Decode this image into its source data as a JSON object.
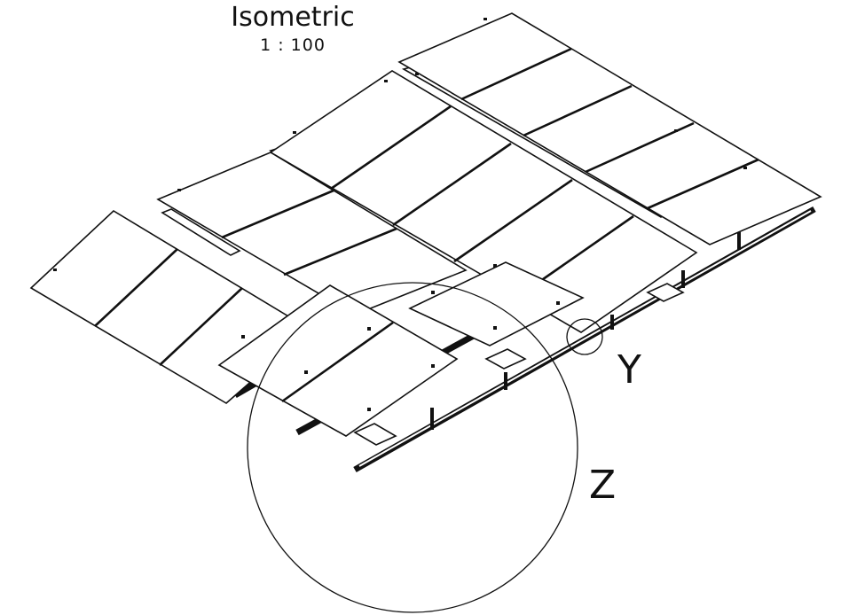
{
  "view": {
    "title": "Isometric",
    "scale": "1 : 100"
  },
  "details": [
    {
      "label": "Y"
    },
    {
      "label": "Z"
    }
  ],
  "colors": {
    "line": "#111111",
    "background": "#ffffff"
  }
}
